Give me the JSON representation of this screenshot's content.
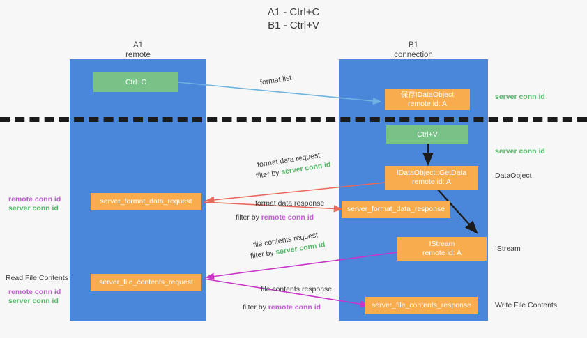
{
  "title": {
    "line1": "A1 - Ctrl+C",
    "line2": "B1 - Ctrl+V"
  },
  "lanes": [
    {
      "id": "a1",
      "name": "A1",
      "subtitle": "remote",
      "color": "#4a86d9"
    },
    {
      "id": "b1",
      "name": "B1",
      "subtitle": "connection",
      "color": "#4a86d9"
    }
  ],
  "colors": {
    "lane": "#4a86d9",
    "green_box": "#79c287",
    "orange_box": "#f9ac4e",
    "server_conn_id": "#57b96a",
    "remote_conn_id": "#c35cd6",
    "arrow_blue": "#6fb3e0",
    "arrow_red": "#e8685d",
    "arrow_magenta": "#c935c9",
    "arrow_black": "#1c1c1c",
    "background": "#f7f7f7"
  },
  "boxes": {
    "ctrl_c": {
      "label": "Ctrl+C",
      "kind": "green"
    },
    "ctrl_v": {
      "label": "Ctrl+V",
      "kind": "green"
    },
    "idataobject": {
      "line1": "保存IDataObject",
      "line2": "remote id: A",
      "kind": "orange"
    },
    "getdata": {
      "line1": "IDataObject::GetData",
      "line2": "remote id: A",
      "kind": "orange"
    },
    "istream": {
      "line1": "IStream",
      "line2": "remote id: A",
      "kind": "orange"
    },
    "server_format_data_request": {
      "label": "server_format_data_request",
      "kind": "orange"
    },
    "server_format_data_response": {
      "label": "server_format_data_response",
      "kind": "orange"
    },
    "server_file_contents_request": {
      "label": "server_file_contents_request",
      "kind": "orange"
    },
    "server_file_contents_response": {
      "label": "server_file_contents_response",
      "kind": "orange"
    }
  },
  "arrow_labels": {
    "format_list": "format list",
    "format_data_request": "format data request",
    "format_data_request_filter_prefix": "filter by ",
    "format_data_request_filter_value": "server conn id",
    "format_data_response": "format data response",
    "format_data_response_filter_prefix": "filter by ",
    "format_data_response_filter_value": "remote conn id",
    "file_contents_request": "file contents request",
    "file_contents_request_filter_prefix": "filter by ",
    "file_contents_request_filter_value": "server conn id",
    "file_contents_response": "file contents response",
    "file_contents_response_filter_prefix": "filter by ",
    "file_contents_response_filter_value": "remote conn id"
  },
  "right_annotations": [
    {
      "text": "server conn id",
      "style": "green"
    },
    {
      "text": "server conn id",
      "style": "green"
    },
    {
      "text": "DataObject",
      "style": "plain"
    },
    {
      "text": "IStream",
      "style": "plain"
    },
    {
      "text": "Write File Contents",
      "style": "plain"
    }
  ],
  "left_annotations": {
    "pair_top": {
      "remote": "remote conn id",
      "server": "server conn id"
    },
    "read_file_contents": "Read File Contents",
    "pair_bottom": {
      "remote": "remote conn id",
      "server": "server conn id"
    }
  }
}
